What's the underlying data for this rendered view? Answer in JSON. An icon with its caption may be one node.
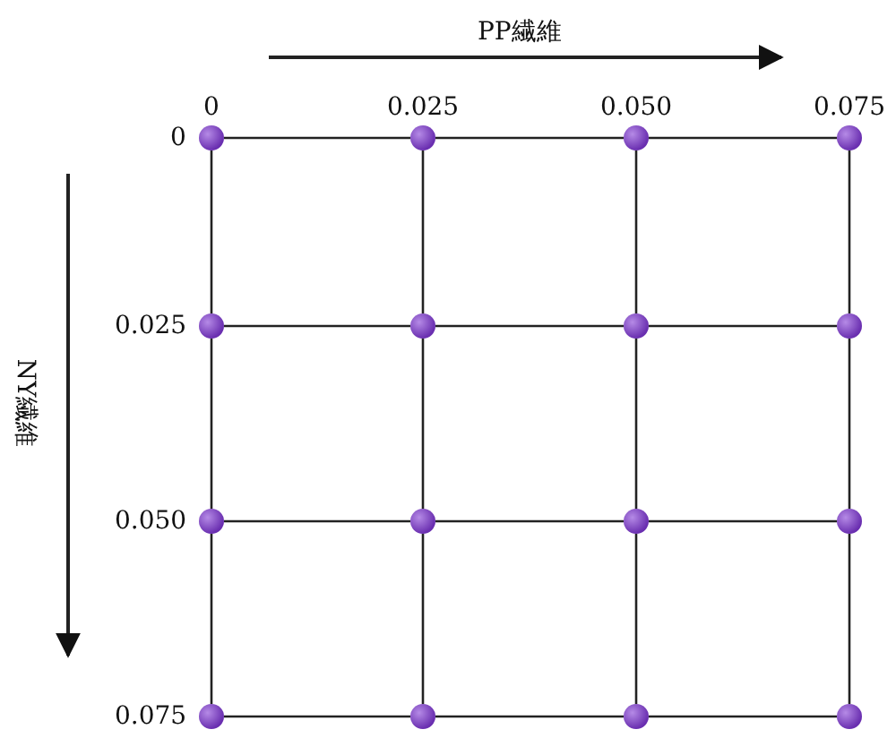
{
  "diagram": {
    "nodes": [
      {
        "text": [],
        "shape": "circle"
      },
      {
        "text": [],
        "shape": "circle"
      },
      {
        "text": [],
        "shape": "circle"
      },
      {
        "text": [],
        "shape": "circle"
      },
      {
        "text": [],
        "shape": "circle"
      },
      {
        "text": [],
        "shape": "circle"
      },
      {
        "text": [],
        "shape": "circle"
      },
      {
        "text": [],
        "shape": "circle"
      },
      {
        "text": [],
        "shape": "circle"
      },
      {
        "text": [],
        "shape": "circle"
      },
      {
        "text": [],
        "shape": "circle"
      },
      {
        "text": [],
        "shape": "circle"
      },
      {
        "text": [],
        "shape": "circle"
      },
      {
        "text": [],
        "shape": "circle"
      },
      {
        "text": [],
        "shape": "circle"
      },
      {
        "text": [],
        "shape": "circle"
      }
    ],
    "edges": [
      {
        "from": 0,
        "to": 1,
        "arrow": "none"
      },
      {
        "from": 1,
        "to": 2,
        "arrow": "none"
      },
      {
        "from": 2,
        "to": 3,
        "arrow": "none"
      },
      {
        "from": 4,
        "to": 5,
        "arrow": "none"
      },
      {
        "from": 5,
        "to": 6,
        "arrow": "none"
      },
      {
        "from": 6,
        "to": 7,
        "arrow": "none"
      },
      {
        "from": 8,
        "to": 9,
        "arrow": "none"
      },
      {
        "from": 9,
        "to": 10,
        "arrow": "none"
      },
      {
        "from": 10,
        "to": 11,
        "arrow": "none"
      },
      {
        "from": 12,
        "to": 13,
        "arrow": "none"
      },
      {
        "from": 13,
        "to": 14,
        "arrow": "none"
      },
      {
        "from": 14,
        "to": 15,
        "arrow": "none"
      },
      {
        "from": 0,
        "to": 4,
        "arrow": "none"
      },
      {
        "from": 4,
        "to": 8,
        "arrow": "none"
      },
      {
        "from": 8,
        "to": 12,
        "arrow": "none"
      },
      {
        "from": 1,
        "to": 5,
        "arrow": "none"
      },
      {
        "from": 5,
        "to": 9,
        "arrow": "none"
      },
      {
        "from": 9,
        "to": 13,
        "arrow": "none"
      },
      {
        "from": 2,
        "to": 6,
        "arrow": "none"
      },
      {
        "from": 6,
        "to": 10,
        "arrow": "none"
      },
      {
        "from": 10,
        "to": 14,
        "arrow": "none"
      },
      {
        "from": 3,
        "to": 7,
        "arrow": "none"
      },
      {
        "from": 7,
        "to": 11,
        "arrow": "none"
      },
      {
        "from": 11,
        "to": 15,
        "arrow": "none"
      }
    ],
    "labels": [
      "PP繊維",
      "0",
      "0.025",
      "0.050",
      "0.075",
      "NY繊維",
      "0",
      "0.025",
      "0.050",
      "0.075"
    ]
  }
}
